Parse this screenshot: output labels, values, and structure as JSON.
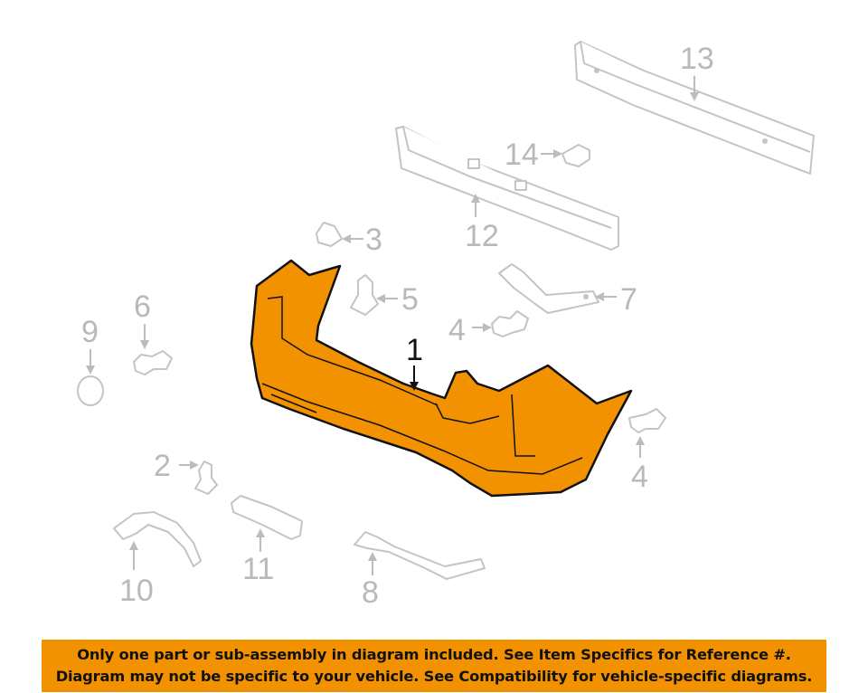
{
  "colors": {
    "highlight_part": "#F39200",
    "notice_background": "#F39200",
    "other_parts": "#c4c4c4",
    "callout_text": "#b9b9b9"
  },
  "callouts": {
    "main_part": "1",
    "c2": "2",
    "c3": "3",
    "c4_upper": "4",
    "c4_lower": "4",
    "c5": "5",
    "c6": "6",
    "c7": "7",
    "c8": "8",
    "c9": "9",
    "c10": "10",
    "c11": "11",
    "c12": "12",
    "c13": "13",
    "c14": "14"
  },
  "notice": {
    "line1": "Only one part or sub-assembly in diagram included. See Item Specifics for Reference #.",
    "line2": "Diagram may not be specific to your vehicle. See Compatibility for vehicle-specific diagrams."
  }
}
